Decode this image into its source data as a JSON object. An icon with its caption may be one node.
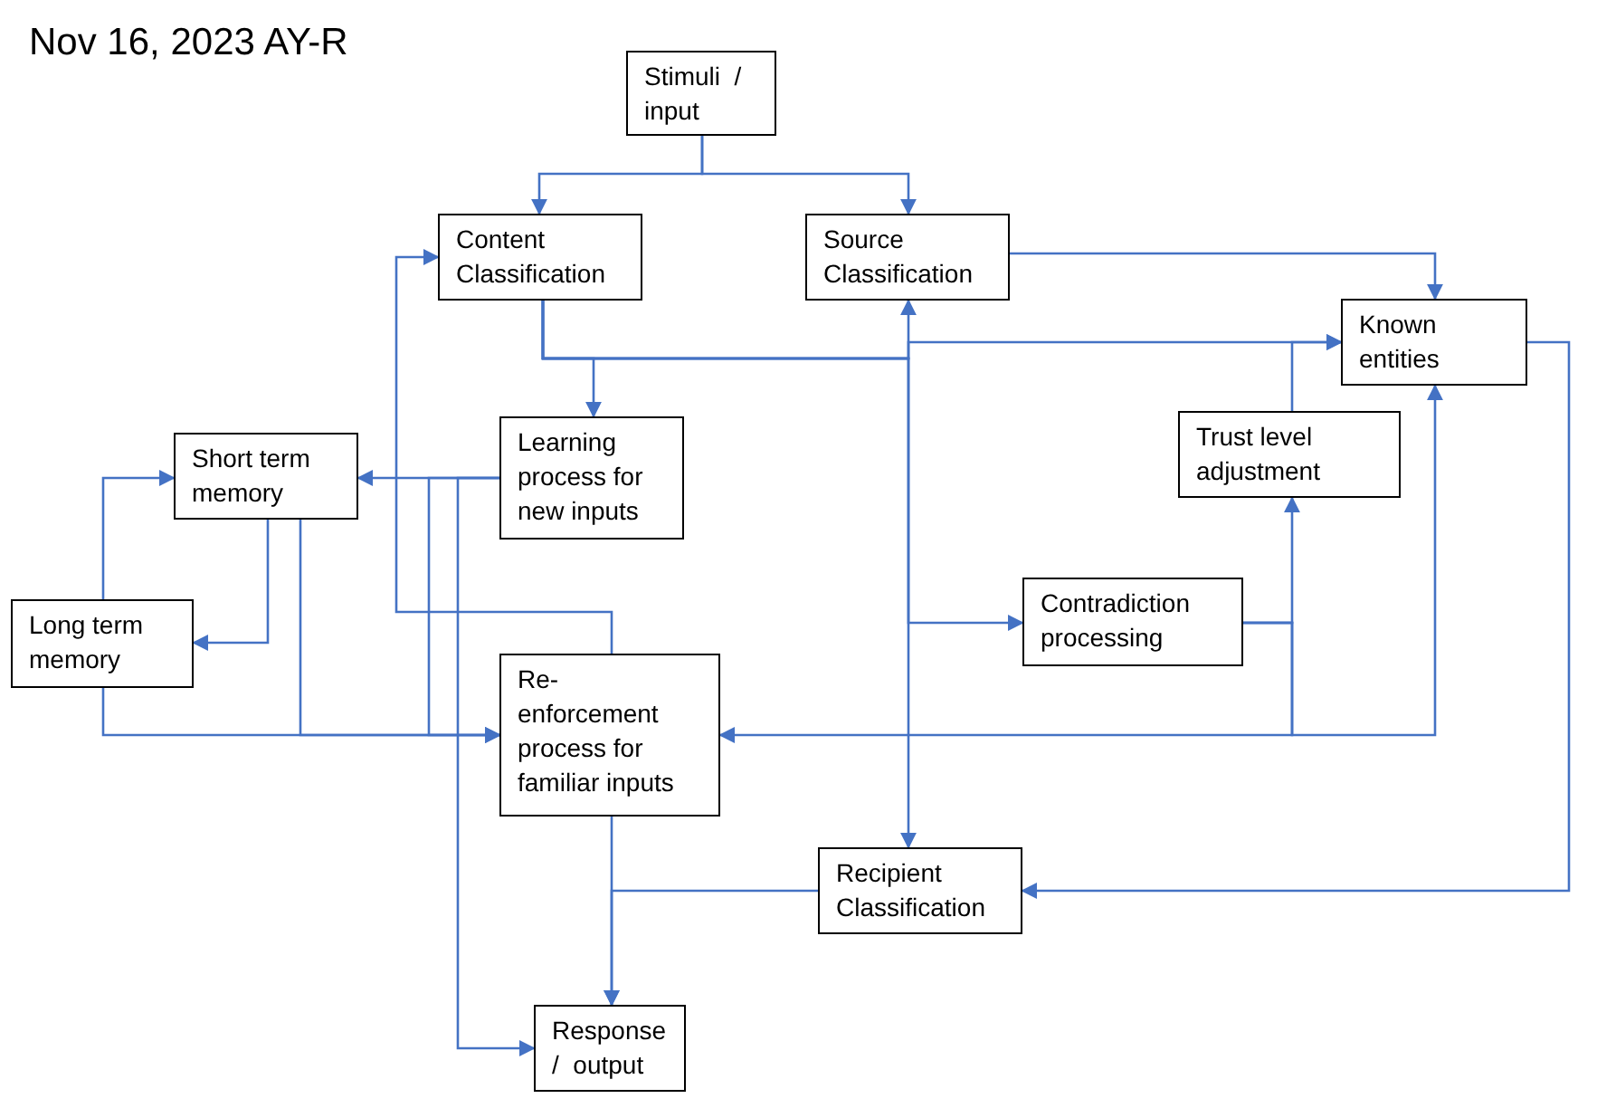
{
  "diagram": {
    "title": "Nov 16, 2023 AY-R",
    "nodes": [
      {
        "text": [
          "Stimuli  /  input"
        ]
      },
      {
        "text": [
          "Content Classification"
        ]
      },
      {
        "text": [
          "Source Classification"
        ]
      },
      {
        "text": [
          "Known entities"
        ]
      },
      {
        "text": [
          "Short term memory"
        ]
      },
      {
        "text": [
          "Learning process for new inputs"
        ]
      },
      {
        "text": [
          "Trust level adjustment"
        ]
      },
      {
        "text": [
          "Long term memory"
        ]
      },
      {
        "text": [
          "Contradiction processing"
        ]
      },
      {
        "text": [
          "Re- enforcement process for familiar inputs"
        ]
      },
      {
        "text": [
          "Recipient Classification"
        ]
      },
      {
        "text": [
          "Response  /  output"
        ]
      }
    ],
    "edges": [
      {
        "from": 0,
        "to": 1,
        "arrow": "to"
      },
      {
        "from": 0,
        "to": 2,
        "arrow": "to"
      },
      {
        "from": 1,
        "to": 5,
        "arrow": "to"
      },
      {
        "from": 2,
        "to": 3,
        "arrow": "to"
      },
      {
        "from": 1,
        "to": 3,
        "arrow": "to"
      },
      {
        "from": 1,
        "to": 2,
        "arrow": "to"
      },
      {
        "from": 1,
        "to": 10,
        "arrow": "to"
      },
      {
        "from": 1,
        "to": 8,
        "arrow": "to"
      },
      {
        "from": 8,
        "to": 6,
        "arrow": "to"
      },
      {
        "from": 6,
        "to": 3,
        "arrow": "to"
      },
      {
        "from": 8,
        "to": 9,
        "arrow": "to"
      },
      {
        "from": 8,
        "to": 3,
        "arrow": "to"
      },
      {
        "from": 3,
        "to": 10,
        "arrow": "to"
      },
      {
        "from": 10,
        "to": 11,
        "arrow": "to"
      },
      {
        "from": 9,
        "to": 11,
        "arrow": "to"
      },
      {
        "from": 5,
        "to": 4,
        "arrow": "to"
      },
      {
        "from": 4,
        "to": 7,
        "arrow": "to"
      },
      {
        "from": 7,
        "to": 4,
        "arrow": "to"
      },
      {
        "from": 7,
        "to": 9,
        "arrow": "to"
      },
      {
        "from": 4,
        "to": 9,
        "arrow": "to"
      },
      {
        "from": 5,
        "to": 9,
        "arrow": "to"
      },
      {
        "from": 5,
        "to": 11,
        "arrow": "to"
      },
      {
        "from": 9,
        "to": 1,
        "arrow": "to"
      }
    ]
  }
}
